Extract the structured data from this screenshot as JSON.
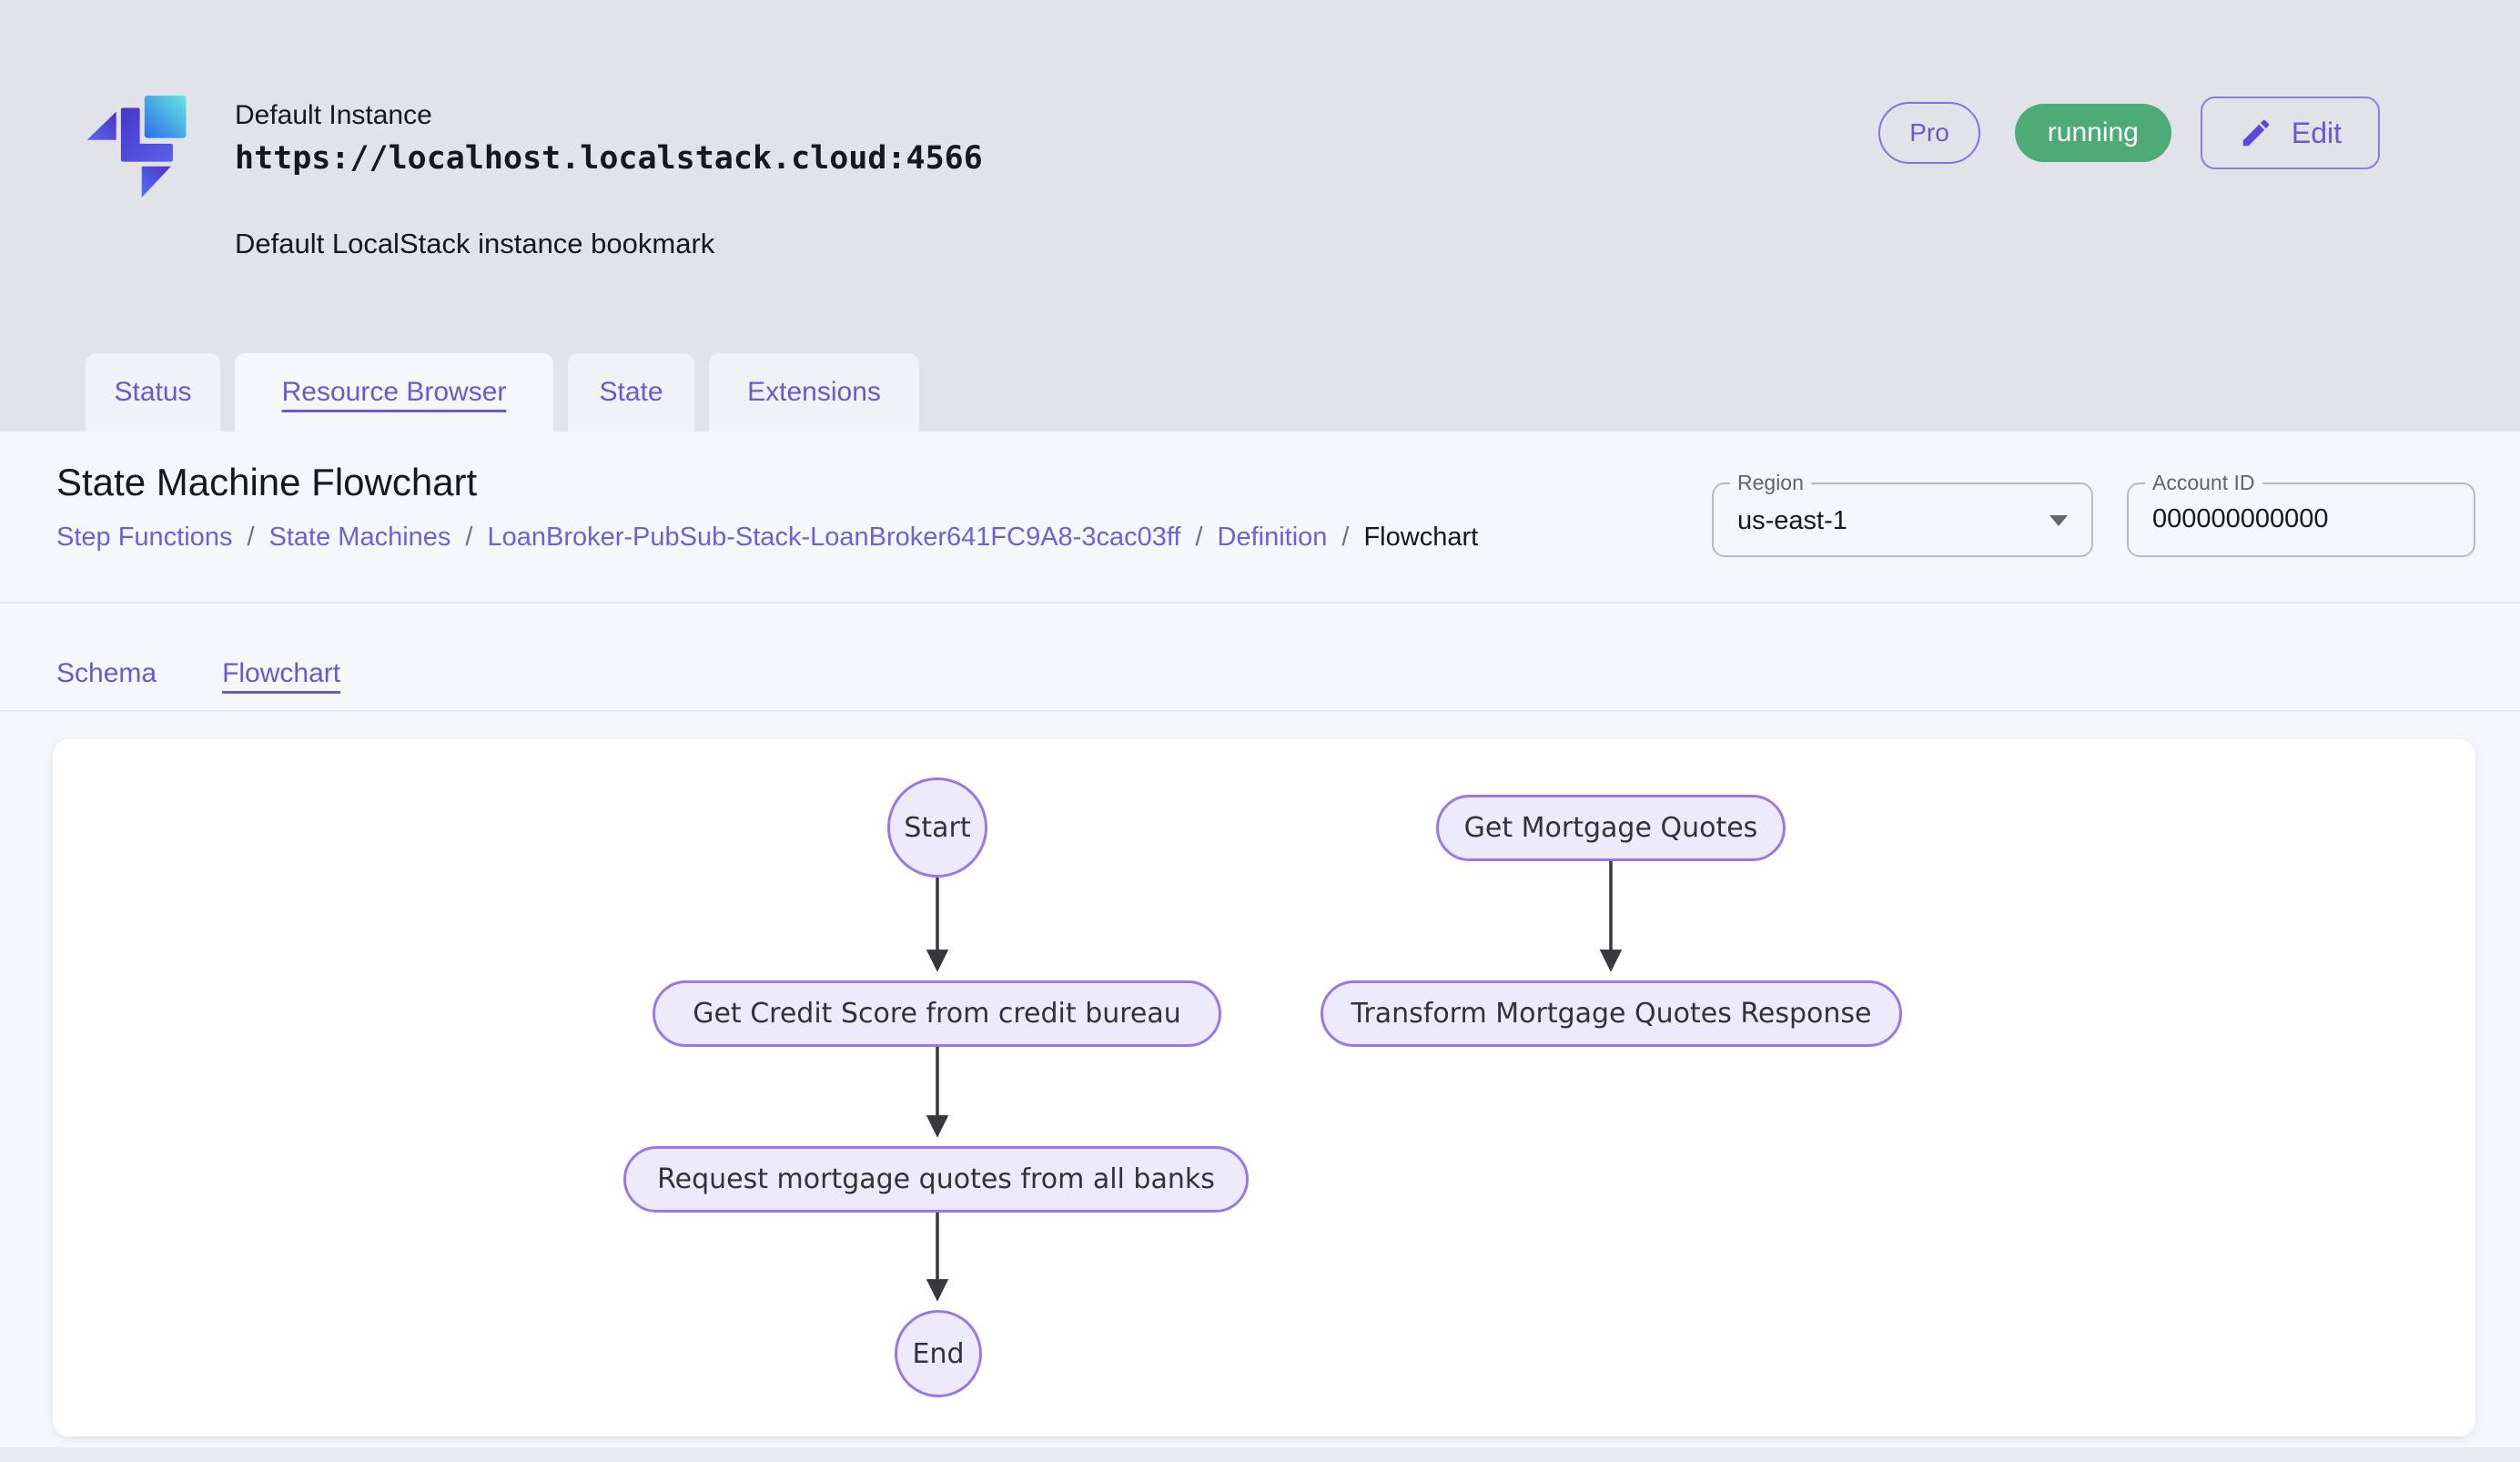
{
  "header": {
    "instance_name": "Default Instance",
    "instance_url": "https://localhost.localstack.cloud:4566",
    "instance_description": "Default LocalStack instance bookmark",
    "pro_badge": "Pro",
    "status_badge": "running",
    "edit_button": "Edit"
  },
  "tabs": [
    {
      "label": "Status",
      "active": false
    },
    {
      "label": "Resource Browser",
      "active": true
    },
    {
      "label": "State",
      "active": false
    },
    {
      "label": "Extensions",
      "active": false
    }
  ],
  "page": {
    "title": "State Machine Flowchart",
    "breadcrumb": [
      {
        "label": "Step Functions"
      },
      {
        "label": "State Machines"
      },
      {
        "label": "LoanBroker-PubSub-Stack-LoanBroker641FC9A8-3cac03ff"
      },
      {
        "label": "Definition"
      },
      {
        "label": "Flowchart"
      }
    ],
    "separator": "/",
    "region": {
      "label": "Region",
      "value": "us-east-1"
    },
    "account": {
      "label": "Account ID",
      "value": "000000000000"
    }
  },
  "subtabs": [
    {
      "label": "Schema",
      "active": false
    },
    {
      "label": "Flowchart",
      "active": true
    }
  ],
  "flowchart": {
    "nodes": [
      {
        "id": "start",
        "label": "Start",
        "shape": "circle"
      },
      {
        "id": "credit",
        "label": "Get Credit Score from credit bureau",
        "shape": "stadium"
      },
      {
        "id": "request",
        "label": "Request mortgage quotes from all banks",
        "shape": "stadium"
      },
      {
        "id": "end",
        "label": "End",
        "shape": "circle"
      },
      {
        "id": "quotes",
        "label": "Get Mortgage Quotes",
        "shape": "stadium"
      },
      {
        "id": "transform",
        "label": "Transform Mortgage Quotes Response",
        "shape": "stadium"
      }
    ],
    "edges": [
      [
        "start",
        "credit"
      ],
      [
        "credit",
        "request"
      ],
      [
        "request",
        "end"
      ],
      [
        "quotes",
        "transform"
      ]
    ]
  },
  "colors": {
    "accent_purple": "#6a58ce",
    "running_green": "#4cab77",
    "node_fill": "#edeafb",
    "node_border": "#9878e8",
    "header_bg": "#e1e3e8",
    "panel_bg": "#f5f8fa"
  }
}
